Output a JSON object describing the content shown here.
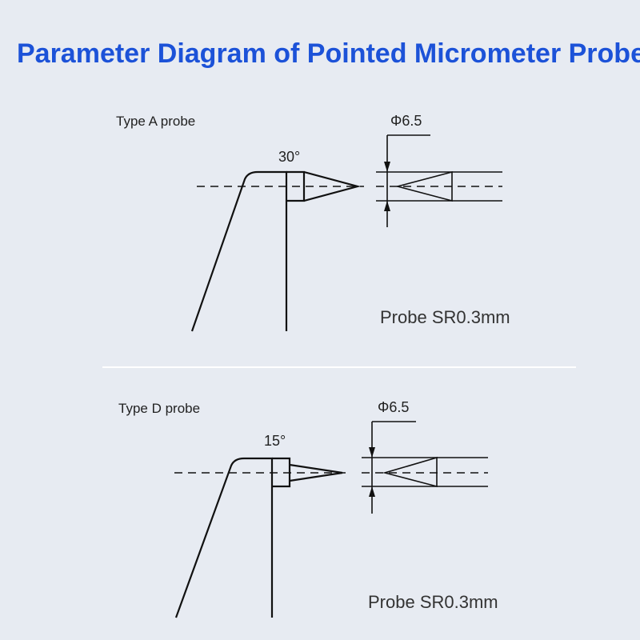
{
  "title": "Parameter Diagram of Pointed Micrometer Probe",
  "type_a": {
    "label": "Type A probe",
    "angle": "30°",
    "diameter": "Φ6.5",
    "note": "Probe SR0.3mm"
  },
  "type_d": {
    "label": "Type D probe",
    "angle": "15°",
    "diameter": "Φ6.5",
    "note": "Probe SR0.3mm"
  },
  "colors": {
    "title": "#1c52d8",
    "background": "#e7ebf2",
    "line": "#111111",
    "divider": "#ffffff"
  }
}
